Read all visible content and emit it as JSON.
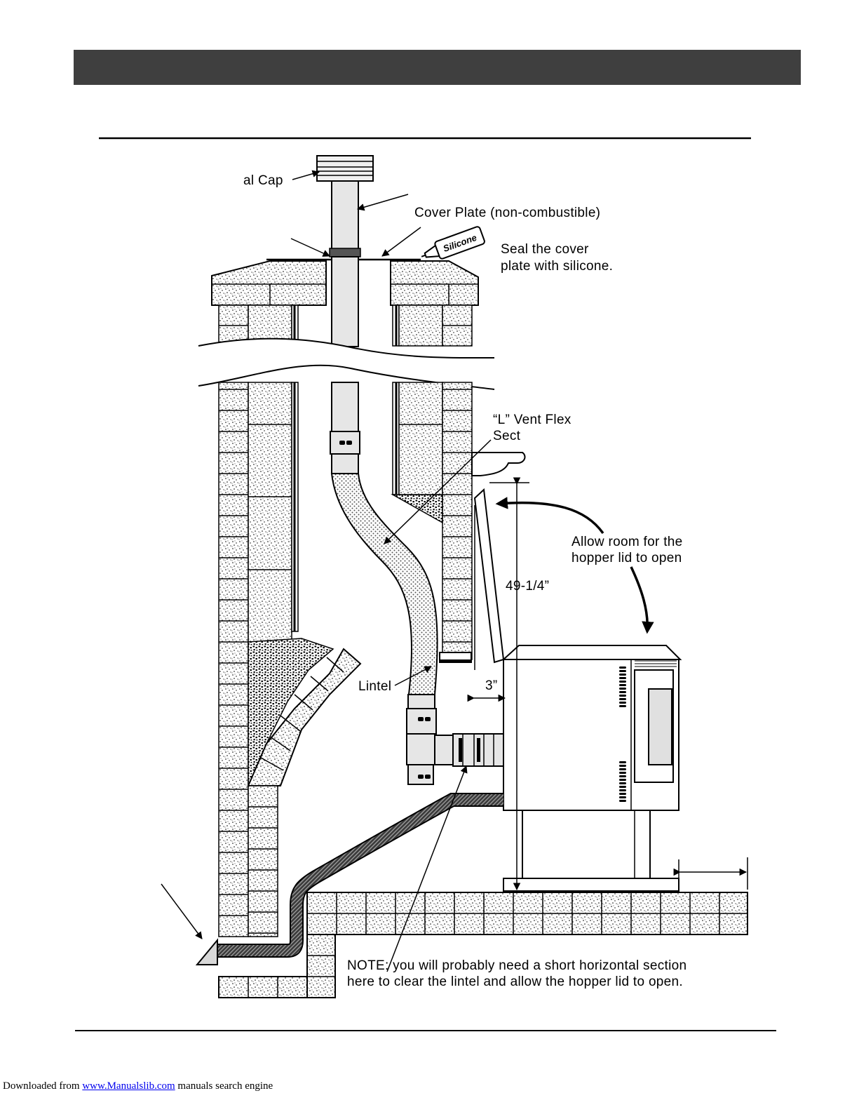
{
  "diagram": {
    "labels": {
      "cap": "al Cap",
      "cover_plate": "Cover Plate (non-combustible)",
      "silicone_tube": "Silicone",
      "seal_line1": "Seal the cover",
      "seal_line2": "plate with silicone.",
      "flex_line1": "“L” Vent Flex",
      "flex_line2": "Sect",
      "allow_line1": "Allow room for the",
      "allow_line2": "hopper lid to open",
      "height_dim": "49-1/4”",
      "clear_dim": "3”",
      "lintel": "Lintel",
      "note_line1": "NOTE: you will probably need a short horizontal section",
      "note_line2": "here to clear the lintel and allow the hopper lid to open."
    }
  },
  "footer": {
    "prefix": "Downloaded from",
    "link": "www.Manualslib.com",
    "suffix": " manuals search engine"
  },
  "colors": {
    "header_bar": "#3f3f3f",
    "link": "#0000ee"
  }
}
